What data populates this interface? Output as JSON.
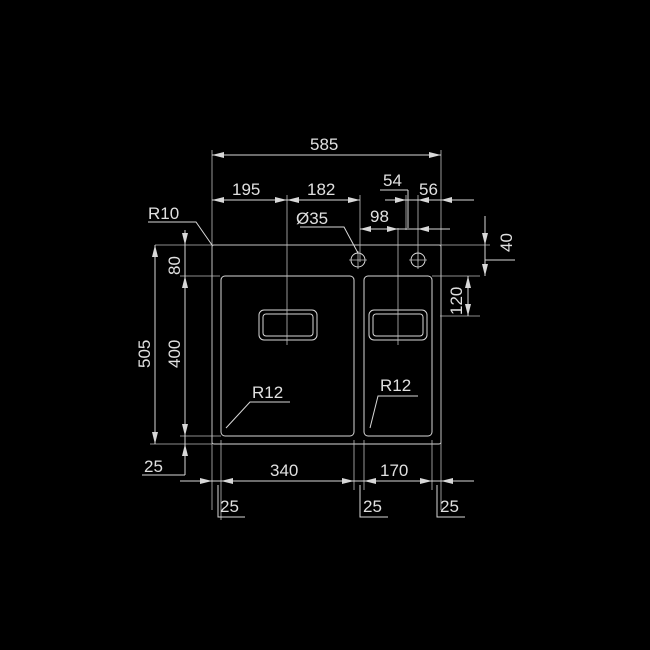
{
  "drawing": {
    "overall_width": "585",
    "left_offset": "195",
    "bowl_center_spacing": "182",
    "hole_offset": "98",
    "hole_spacing": "54",
    "hole_right_offset": "56",
    "hole_vertical": "40",
    "drain_vertical": "120",
    "corner_outer_radius": "R10",
    "hole_diameter": "Ø35",
    "overall_depth": "505",
    "top_margin": "80",
    "bowl_depth": "400",
    "bottom_margin": "25",
    "left_bowl_radius": "R12",
    "right_bowl_radius": "R12",
    "left_bowl_width": "340",
    "right_bowl_width": "170",
    "left_rim": "25",
    "middle_rim": "25",
    "right_rim": "25"
  }
}
